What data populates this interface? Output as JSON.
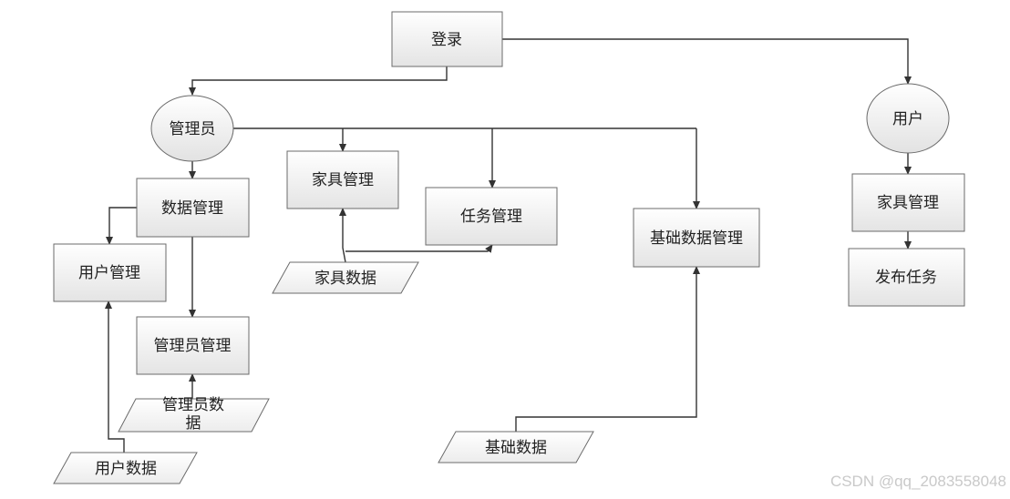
{
  "nodes": {
    "login": "登录",
    "admin": "管理员",
    "user": "用户",
    "data_mgmt": "数据管理",
    "furniture_mgmt_admin": "家具管理",
    "task_mgmt": "任务管理",
    "base_data_mgmt": "基础数据管理",
    "user_mgmt": "用户管理",
    "admin_mgmt": "管理员管理",
    "furniture_mgmt_user": "家具管理",
    "publish_task": "发布任务",
    "furniture_data": "家具数据",
    "admin_data_line1": "管理员数",
    "admin_data_line2": "据",
    "base_data": "基础数据",
    "user_data": "用户数据"
  },
  "watermark": "CSDN @qq_2083558048",
  "colors": {
    "box_fill_top": "#ffffff",
    "box_fill_bottom": "#e6e6e6",
    "stroke": "#6b6b6b",
    "line": "#333333",
    "text": "#222222",
    "watermark": "#c9c9c9"
  }
}
